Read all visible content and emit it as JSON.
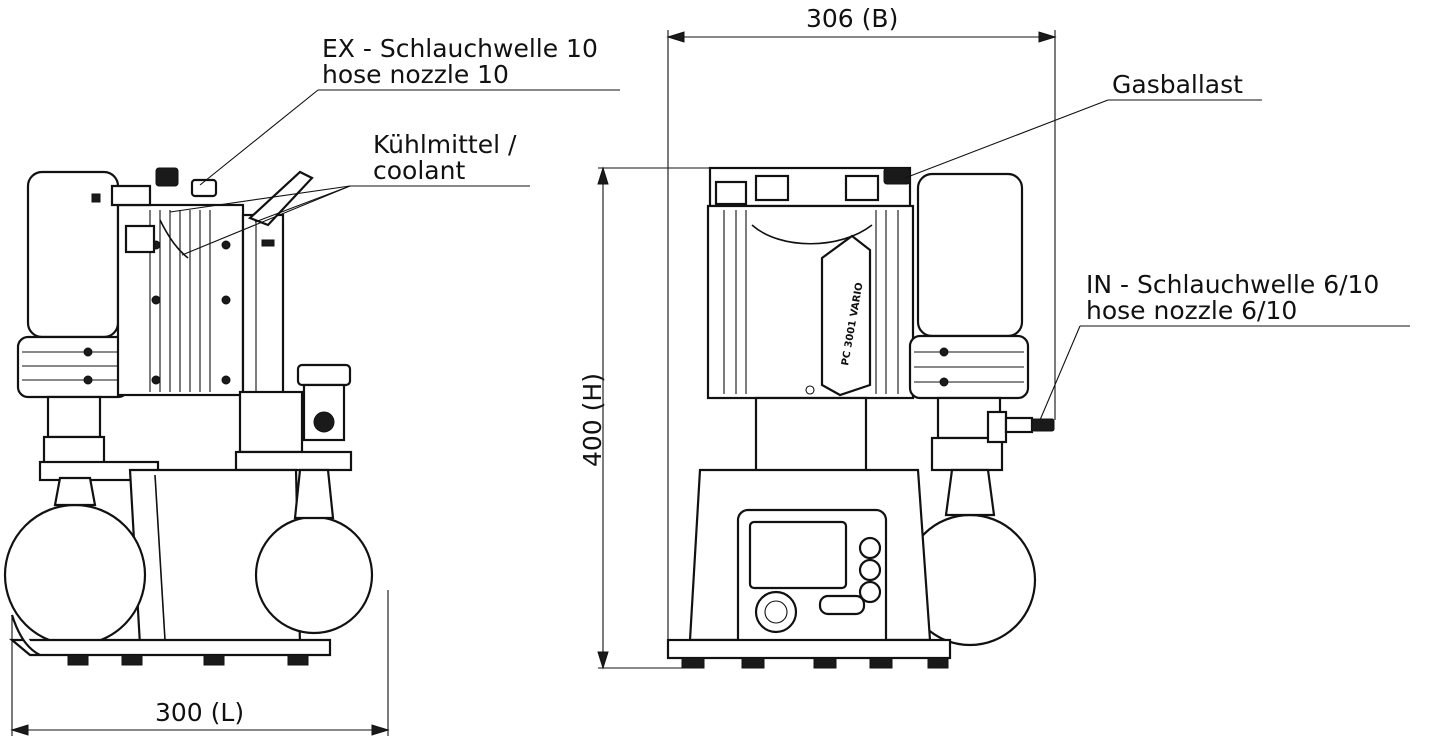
{
  "annotations": {
    "ex_nozzle_de": "EX - Schlauchwelle 10",
    "ex_nozzle_en": "hose nozzle 10",
    "coolant_de": "Kühlmittel /",
    "coolant_en": "coolant",
    "gas_ballast": "Gasballast",
    "in_nozzle_de": "IN - Schlauchwelle 6/10",
    "in_nozzle_en": "hose nozzle 6/10"
  },
  "dimensions": {
    "width": "306 (B)",
    "height": "400 (H)",
    "length": "300 (L)"
  },
  "device_label": "PC 3001 VARIO"
}
